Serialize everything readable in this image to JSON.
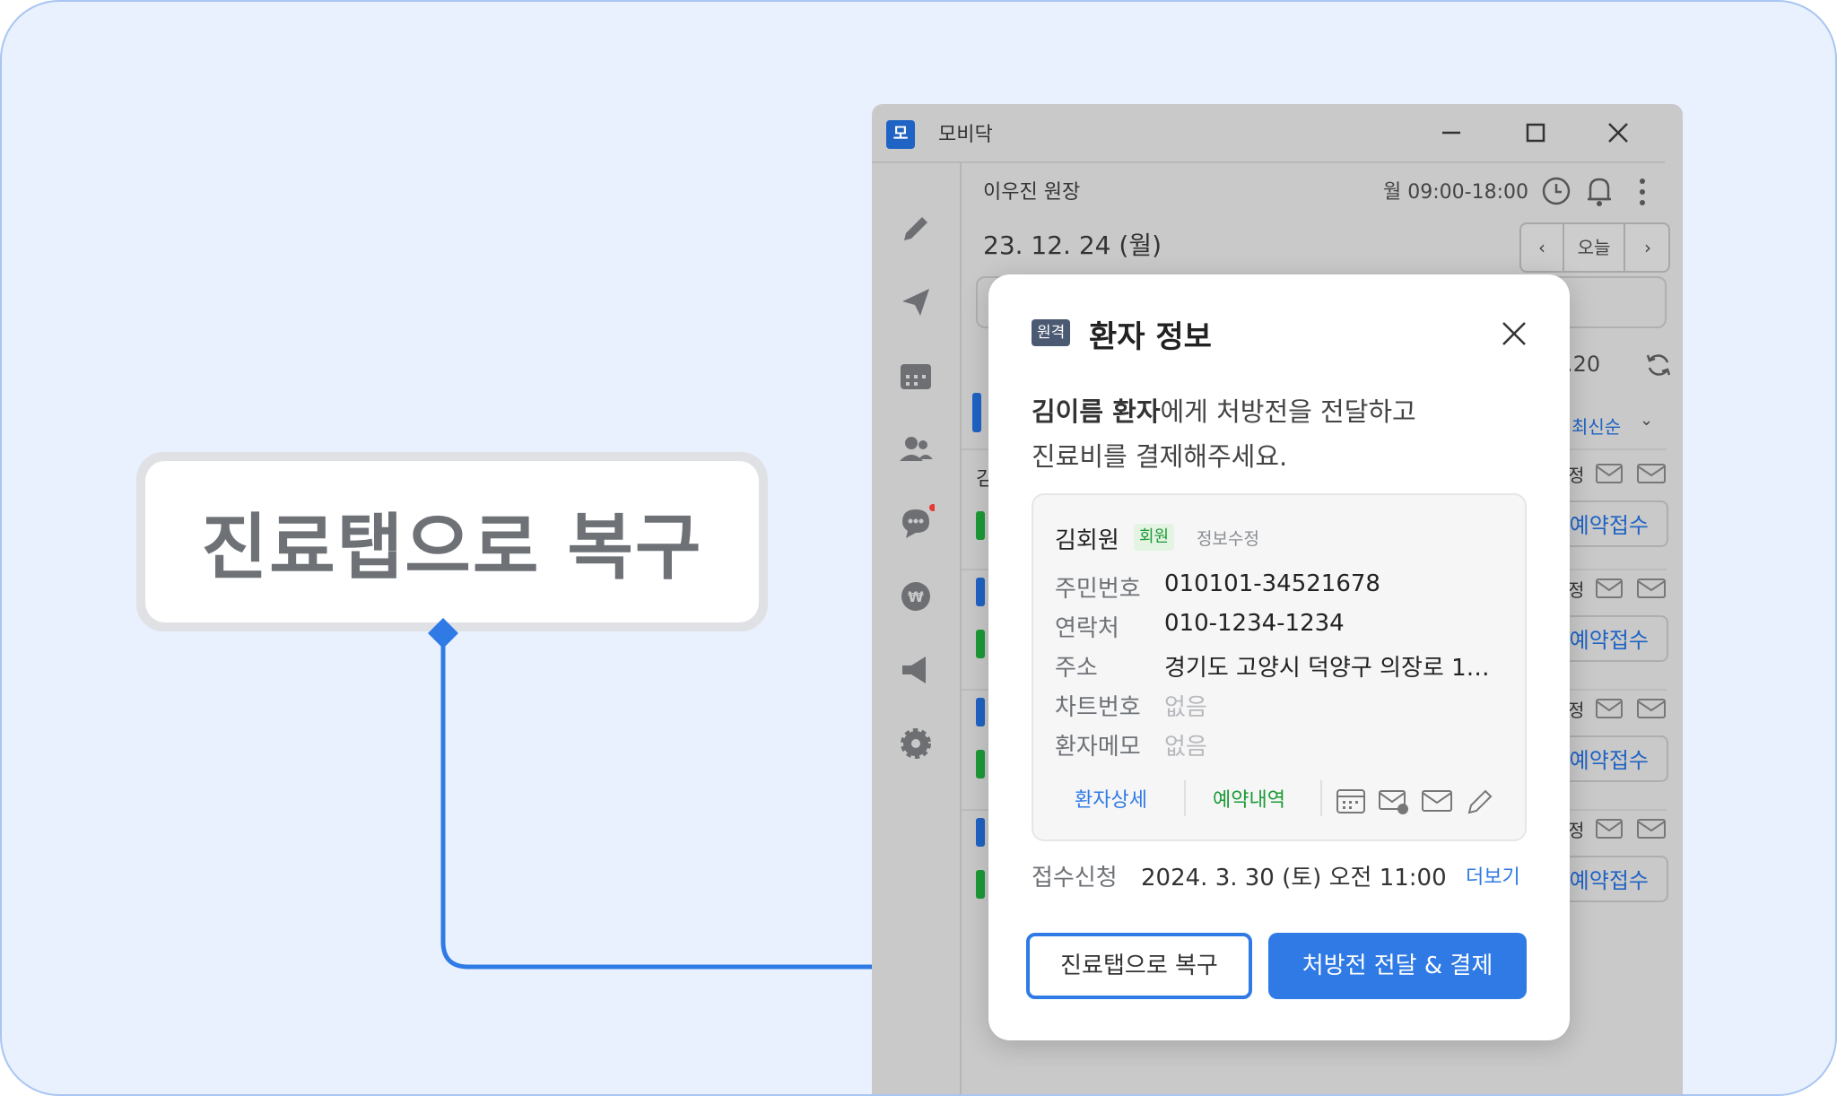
{
  "callout": {
    "text": "진료탭으로 복구"
  },
  "window": {
    "title": "모비닥",
    "doctor": "이우진 원장",
    "hours": "월 09:00-18:00",
    "date": "23. 12. 24 (월)",
    "nav": {
      "today": "오늘"
    },
    "partial_count": ".20",
    "sort_label": "최신순",
    "row_button": "예약접수",
    "row_letter": "김",
    "row_status_partial": "정"
  },
  "modal": {
    "badge": "원격",
    "title": "환자 정보",
    "desc_name": "김이름 환자",
    "desc_rest_line1": "에게 처방전을 전달하고",
    "desc_line2": "진료비를 결제해주세요.",
    "patient": {
      "name": "김회원",
      "member_badge": "회원",
      "edit_link": "정보수정",
      "rows": [
        {
          "label": "주민번호",
          "value": "010101-34521678"
        },
        {
          "label": "연락처",
          "value": "010-1234-1234"
        },
        {
          "label": "주소",
          "value": "경기도 고양시 덕양구 의장로 1…"
        },
        {
          "label": "차트번호",
          "value": "없음"
        },
        {
          "label": "환자메모",
          "value": "없음"
        }
      ],
      "detail_link": "환자상세",
      "history_link": "예약내역"
    },
    "apply_label": "접수신청",
    "apply_value": "2024. 3. 30 (토) 오전 11:00",
    "more_link": "더보기",
    "restore_button": "진료탭으로 복구",
    "primary_button": "처방전 전달 & 결제"
  },
  "colors": {
    "accent": "#2f7ae5",
    "member_green": "#1d9a37",
    "badge_bg": "#4b5a72",
    "frame_bg": "#e9f1fe"
  }
}
